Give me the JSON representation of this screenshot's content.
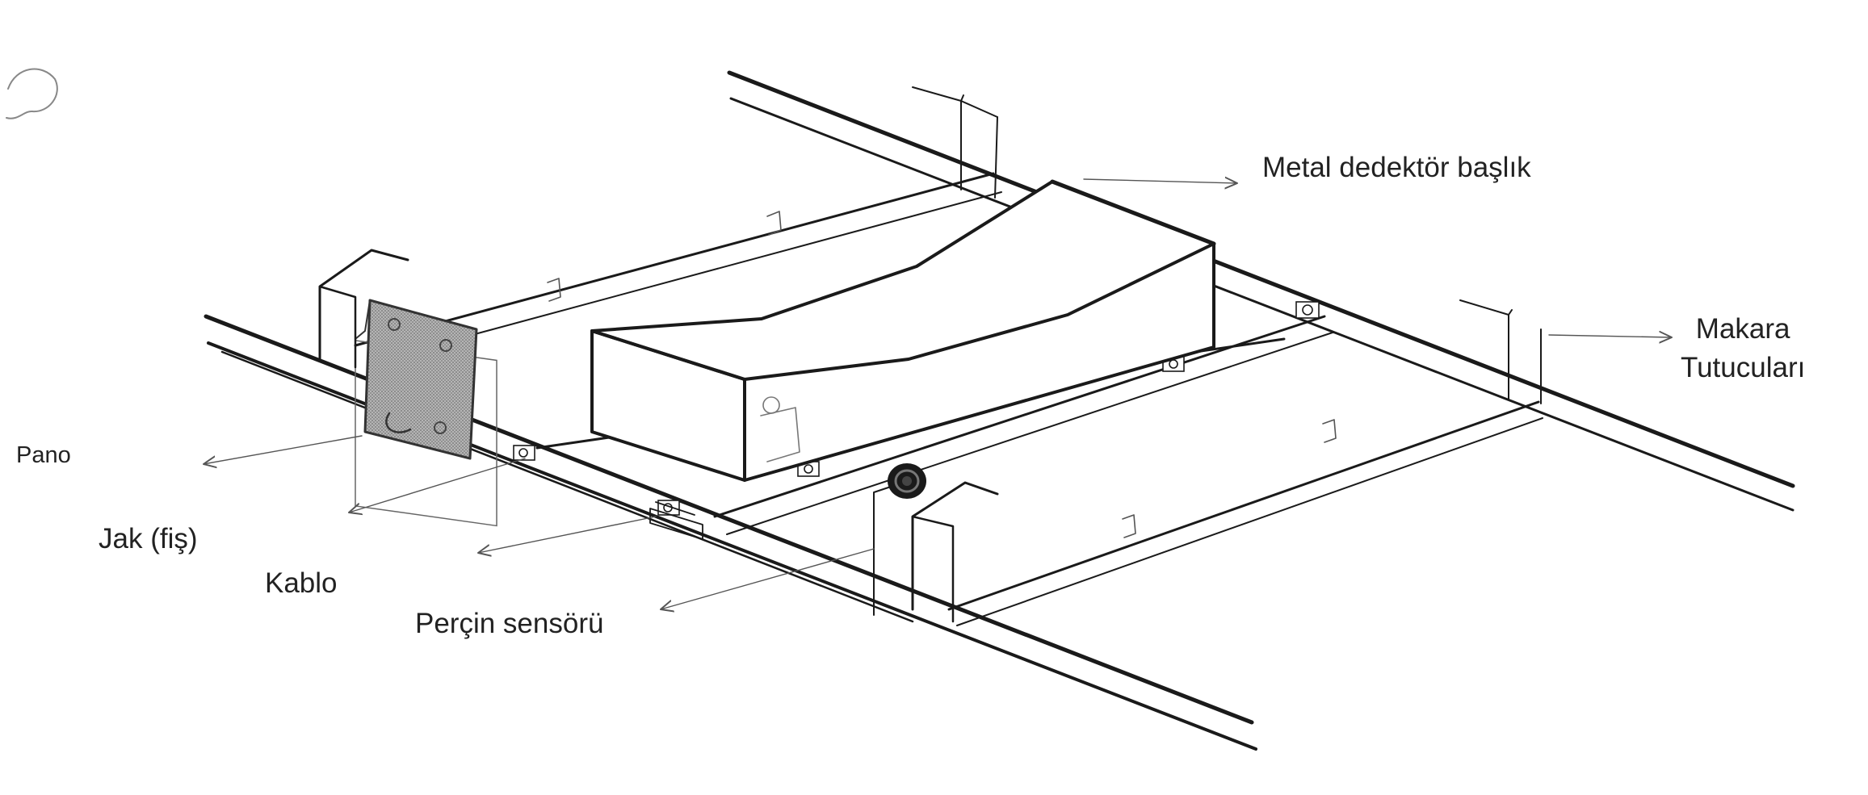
{
  "labels": {
    "metal_detector_head": "Metal dedektör başlık",
    "reel_holders_line1": "Makara",
    "reel_holders_line2": "Tutucuları",
    "panel": "Pano",
    "jack": "Jak (fiş)",
    "cable": "Kablo",
    "rivet_sensor": "Perçin sensörü"
  },
  "colors": {
    "line": "#1a1a1a",
    "thin_line": "#555555",
    "panel_fill": "#9a9a9a",
    "background": "#ffffff"
  }
}
